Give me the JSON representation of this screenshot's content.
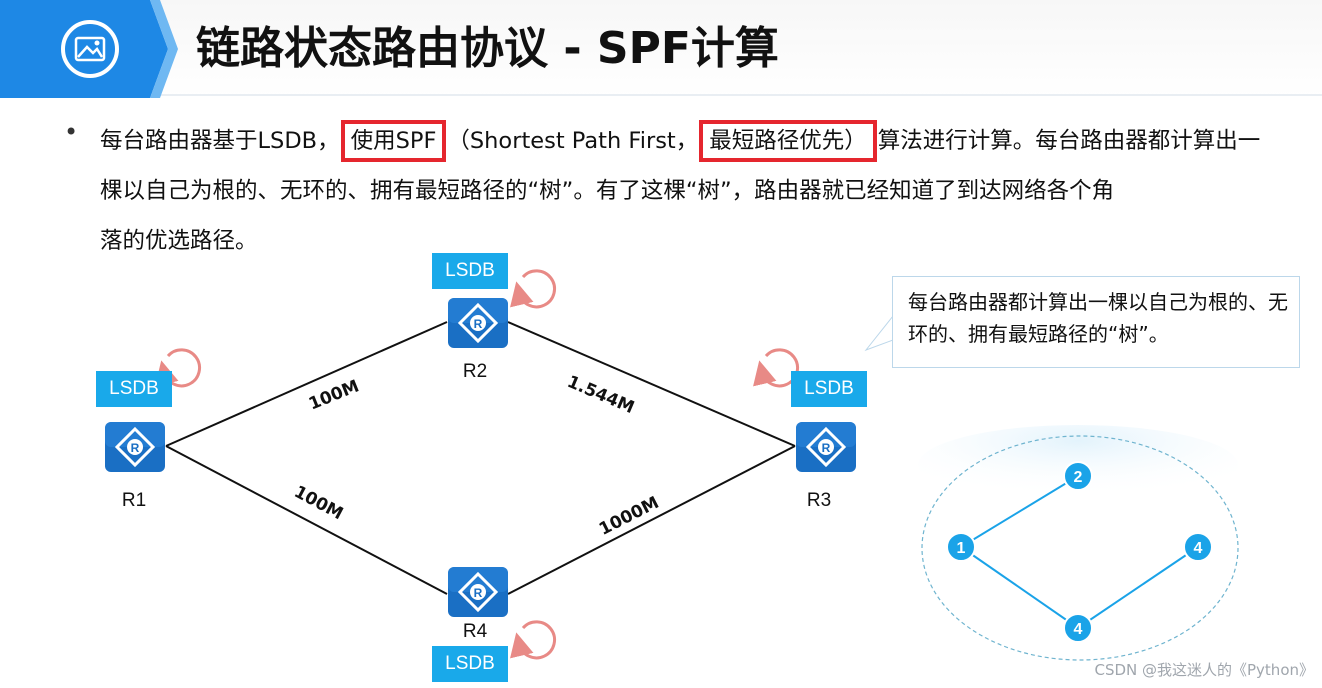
{
  "header": {
    "title": "链路状态路由协议 - SPF计算",
    "logo_icon": "image-icon",
    "accent_color": "#1e88e5"
  },
  "bullet": {
    "dot": "•",
    "part1": "每台路由器基于LSDB，",
    "highlight1": "使用SPF",
    "part2": "（Shortest Path First，",
    "highlight2": "最短路径优先）",
    "part3": "算法进行计算。每台路由器都计算出一",
    "line2": "棵以自己为根的、无环的、拥有最短路径的“树”。有了这棵“树”，路由器就已经知道了到达网络各个角",
    "line3": "落的优选路径。",
    "highlight_color": "#e5262e"
  },
  "topology": {
    "lsdb_label": "LSDB",
    "lsdb_color": "#19a9ea",
    "router_color": "#1a6fc4",
    "routers": [
      {
        "id": "R1",
        "label": "R1"
      },
      {
        "id": "R2",
        "label": "R2"
      },
      {
        "id": "R3",
        "label": "R3"
      },
      {
        "id": "R4",
        "label": "R4"
      }
    ],
    "links": [
      {
        "from": "R1",
        "to": "R2",
        "label": "100M"
      },
      {
        "from": "R2",
        "to": "R3",
        "label": "1.544M"
      },
      {
        "from": "R1",
        "to": "R4",
        "label": "100M"
      },
      {
        "from": "R4",
        "to": "R3",
        "label": "1000M"
      }
    ],
    "refresh_icon": "refresh-arrow-icon"
  },
  "callout": {
    "text": "每台路由器都计算出一棵以自己为根的、无环的、拥有最短路径的“树”。"
  },
  "tree": {
    "nodes": [
      "1",
      "2",
      "4",
      "4"
    ],
    "node_color": "#1aa3e8"
  },
  "watermark": "CSDN @我这迷人的《Python》"
}
